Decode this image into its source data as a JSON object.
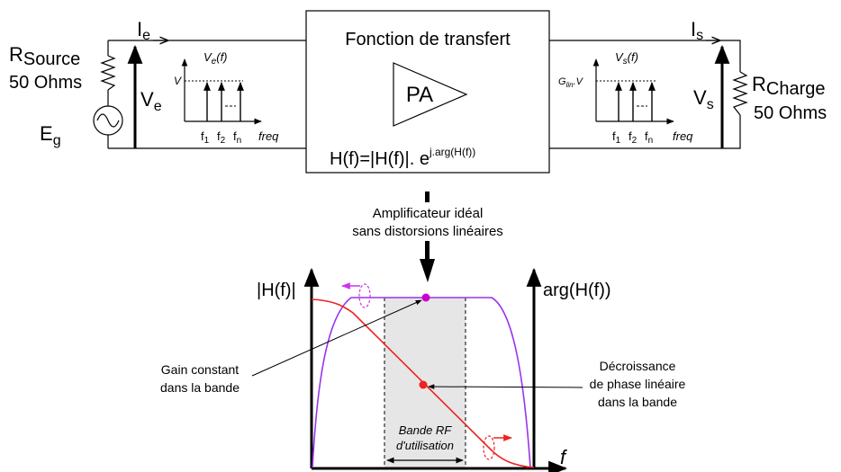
{
  "circuit": {
    "source_resistor_label": "R",
    "source_resistor_sub": "Source",
    "source_resistor_value": "50 Ohms",
    "source_label": "E",
    "source_label_sub": "g",
    "input_current_label": "I",
    "input_current_sub": "e",
    "input_voltage_label": "V",
    "input_voltage_sub": "e",
    "output_current_label": "I",
    "output_current_sub": "s",
    "output_voltage_label": "V",
    "output_voltage_sub": "s",
    "load_resistor_label": "R",
    "load_resistor_sub": "Charge",
    "load_resistor_value": "50 Ohms"
  },
  "input_spectrum": {
    "title": "V",
    "title_sub": "e",
    "title_suffix": "(f)",
    "level_label": "V",
    "ticks": [
      "f",
      "f",
      "f"
    ],
    "tick_subs": [
      "1",
      "2",
      "n"
    ],
    "axis_label": "freq"
  },
  "output_spectrum": {
    "title": "V",
    "title_sub": "s",
    "title_suffix": "(f)",
    "level_label": "G",
    "level_label_sub": "lin",
    "level_label_suffix": ".V",
    "ticks": [
      "f",
      "f",
      "f"
    ],
    "tick_subs": [
      "1",
      "2",
      "n"
    ],
    "axis_label": "freq"
  },
  "transfer_block": {
    "title": "Fonction de transfert",
    "amp_label": "PA",
    "formula": "H(f)=|H(f)|. e",
    "formula_exp": "j.arg(H(f))"
  },
  "ideal_amp_caption": [
    "Amplificateur idéal",
    "sans distorsions linéaires"
  ],
  "response_plot": {
    "magnitude_axis_label": "|H(f)|",
    "phase_axis_label": "arg(H(f))",
    "x_axis_label": "f",
    "band_label": [
      "Bande RF",
      "d'utilisation"
    ],
    "gain_annotation": [
      "Gain constant",
      "dans la bande"
    ],
    "phase_annotation": [
      "Décroissance",
      "de phase linéaire",
      "dans la bande"
    ],
    "colors": {
      "magnitude": "#9933ee",
      "phase": "#ee2222",
      "marker_magnitude": "#cc00cc",
      "band_fill": "#e6e6e6"
    }
  }
}
